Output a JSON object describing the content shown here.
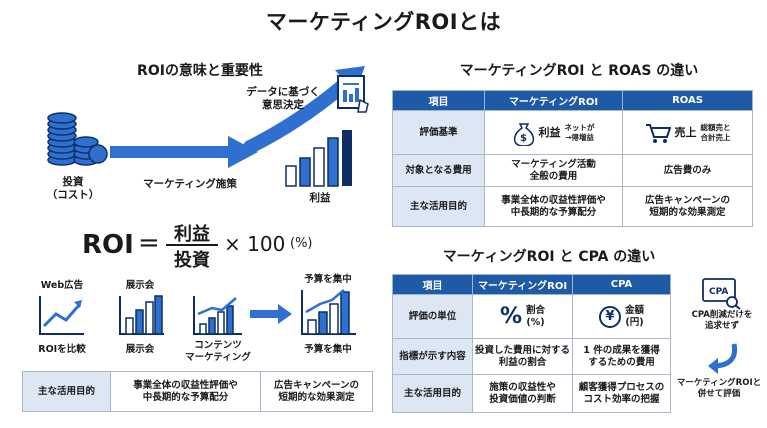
{
  "title": "マーケティングROIとは",
  "left": {
    "heading": "ROIの意味と重要性",
    "investment_label": "投資\n（コスト）",
    "measure_label": "マーケティング施策",
    "decision_label": "データに基づく\n意思決定",
    "profit_label": "利益",
    "formula": {
      "roi": "ROI",
      "eq": "=",
      "numerator": "利益",
      "denominator": "投資",
      "times": "× 100",
      "unit": "(%)"
    },
    "icons": [
      {
        "top": "Web広告",
        "bottom": "ROIを比較"
      },
      {
        "top": "展示会",
        "bottom": "展示会"
      },
      {
        "top": "",
        "bottom": "コンテンツ\nマーケティング"
      },
      {
        "top": "予算を集中",
        "bottom": "予算を集中"
      }
    ],
    "bottom_table": {
      "row_header": "主な活用目的",
      "col1": "事業全体の収益性評価や\n中長期的な予算配分",
      "col2": "広告キャンペーンの\n短期的な効果測定"
    }
  },
  "roas": {
    "heading": "マーケティングROI と ROAS の違い",
    "headers": [
      "項目",
      "マーケティングROI",
      "ROAS"
    ],
    "rows": [
      {
        "label": "評価基準",
        "roi_main": "利益",
        "roi_sub": "ネットが\n→得増益",
        "roas_main": "売上",
        "roas_sub": "総額売と\n合計売上"
      },
      {
        "label": "対象となる費用",
        "roi": "マーケティング活動\n全般の費用",
        "roas": "広告費のみ"
      },
      {
        "label": "主な活用目的",
        "roi": "事業全体の収益性評価や\n中長期的な予算配分",
        "roas": "広告キャンペーンの\n短期的な効果測定"
      }
    ]
  },
  "cpa": {
    "heading": "マーケィングROI と CPA の違い",
    "headers": [
      "項目",
      "マーケティングROI",
      "CPA"
    ],
    "rows": [
      {
        "label": "評価の単位",
        "roi_main": "割合\n(%)",
        "roi_icon": "%",
        "cpa_main": "金額\n(円)",
        "cpa_icon": "¥"
      },
      {
        "label": "指標が示す内容",
        "roi": "投資した費用に対する\n利益の割合",
        "cpa": "1 件の成果を獲得\nするための費用"
      },
      {
        "label": "主な活用目的",
        "roi": "施策の収益性や\n投資価値の判断",
        "cpa": "顧客獲得プロセスの\nコスト効率の把握"
      }
    ],
    "side_badge": "CPA",
    "side_note_top": "CPA削減だけを\n追求せず",
    "side_note_bottom": "マーケティングROIと\n併せて評価"
  },
  "colors": {
    "accent": "#1f5aa6",
    "header_bg": "#1f5aa6",
    "row_header_bg": "#dde7f3",
    "arrow": "#2f6fd0"
  }
}
